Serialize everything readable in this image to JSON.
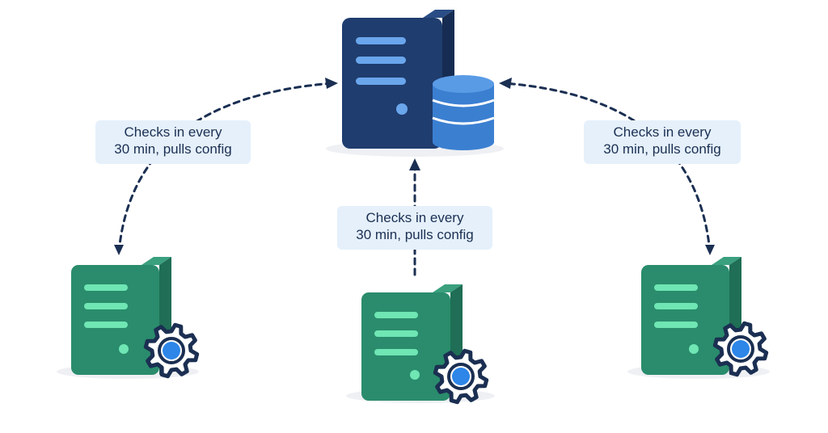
{
  "colors": {
    "central_server_front": "#1f3d6e",
    "central_server_side": "#162c52",
    "central_server_top": "#2a4d85",
    "central_slot": "#6aa6ec",
    "database": "#3b7fd1",
    "database_top": "#5a9be6",
    "database_ring": "#ffffff",
    "client_server_front": "#2a8c6c",
    "client_server_side": "#1f6e55",
    "client_server_top": "#3aa07e",
    "client_slot": "#6fe6b4",
    "gear_outline": "#1b2f52",
    "gear_fill": "#ffffff",
    "gear_center": "#2d86e8",
    "arrow": "#1b2f52",
    "callout_bg": "#e5f0fb",
    "shadow": "#eef0f3"
  },
  "icons": [
    "central-server-icon",
    "database-icon",
    "client-server-icon",
    "gear-icon",
    "arrowhead-icon"
  ],
  "callouts": {
    "left": {
      "line1": "Checks in every",
      "line2": "30 min, pulls config"
    },
    "center": {
      "line1": "Checks in every",
      "line2": "30 min, pulls config"
    },
    "right": {
      "line1": "Checks in every",
      "line2": "30 min, pulls config"
    }
  }
}
